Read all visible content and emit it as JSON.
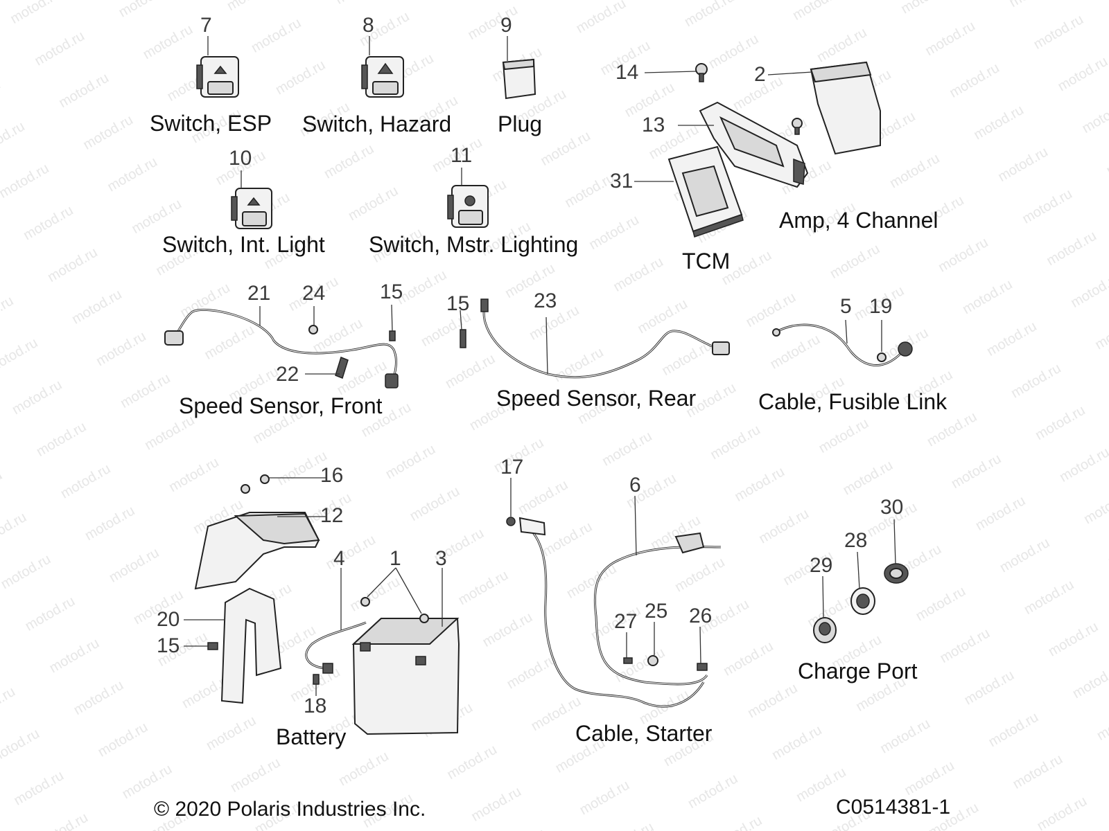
{
  "labels": {
    "switch_esp": "Switch, ESP",
    "switch_hazard": "Switch, Hazard",
    "plug": "Plug",
    "switch_int_light": "Switch, Int. Light",
    "switch_mstr_lighting": "Switch, Mstr. Lighting",
    "amp_4_channel": "Amp, 4 Channel",
    "tcm": "TCM",
    "speed_sensor_front": "Speed Sensor, Front",
    "speed_sensor_rear": "Speed Sensor, Rear",
    "cable_fusible_link": "Cable, Fusible Link",
    "battery": "Battery",
    "cable_starter": "Cable, Starter",
    "charge_port": "Charge Port"
  },
  "callouts": {
    "c1": "1",
    "c2": "2",
    "c3": "3",
    "c4": "4",
    "c5": "5",
    "c6": "6",
    "c7": "7",
    "c8": "8",
    "c9": "9",
    "c10": "10",
    "c11": "11",
    "c12": "12",
    "c13": "13",
    "c14": "14",
    "c15a": "15",
    "c15b": "15",
    "c15c": "15",
    "c16": "16",
    "c17": "17",
    "c18": "18",
    "c19": "19",
    "c20": "20",
    "c21": "21",
    "c22": "22",
    "c23": "23",
    "c24": "24",
    "c25": "25",
    "c26": "26",
    "c27": "27",
    "c28": "28",
    "c29": "29",
    "c30": "30",
    "c31": "31"
  },
  "footer": {
    "copyright": "© 2020 Polaris Industries Inc.",
    "diagram_code": "C0514381-1"
  },
  "watermark": "motod.ru"
}
